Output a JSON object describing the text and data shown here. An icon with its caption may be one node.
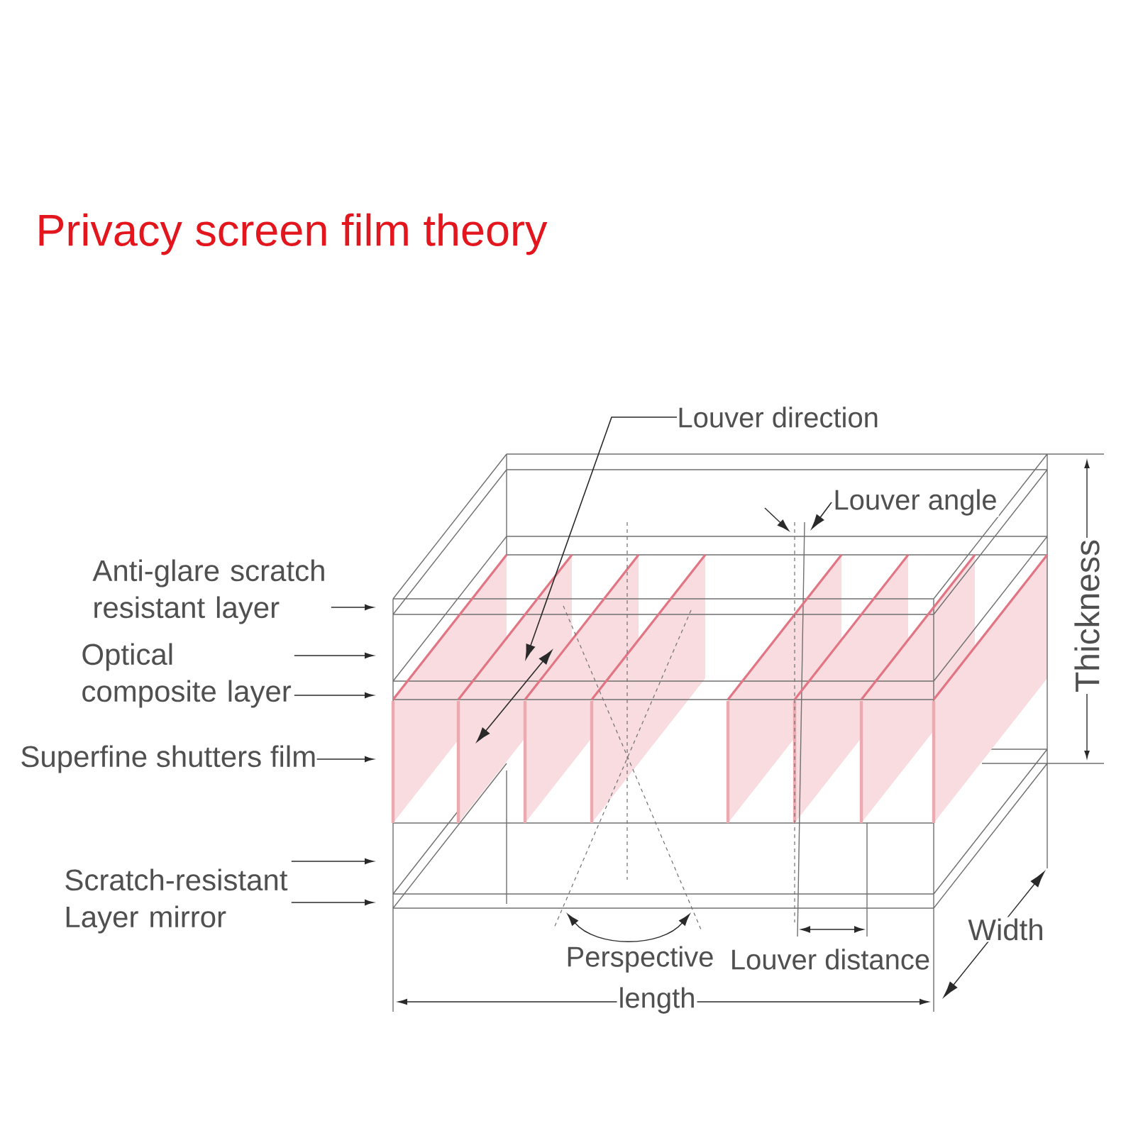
{
  "diagram": {
    "title": "Privacy screen film theory",
    "nodes": [
      {
        "text": [
          "Louver direction"
        ]
      },
      {
        "text": [
          "Louver angle"
        ]
      },
      {
        "text": [
          "Anti-glare scratch resistant layer"
        ]
      },
      {
        "text": [
          "Optical composite layer"
        ]
      },
      {
        "text": [
          "Superfine shutters film"
        ]
      },
      {
        "text": [
          "Scratch-resistant Layer mirror"
        ]
      }
    ],
    "edges": [
      {
        "from": 0,
        "to": null,
        "arrow": "to"
      },
      {
        "from": 1,
        "to": null,
        "arrow": "to"
      },
      {
        "from": 2,
        "to": null,
        "arrow": "to"
      },
      {
        "from": 3,
        "to": null,
        "arrow": "to"
      },
      {
        "from": 3,
        "to": null,
        "arrow": "to"
      },
      {
        "from": 4,
        "to": null,
        "arrow": "to"
      },
      {
        "from": 5,
        "to": null,
        "arrow": "to"
      },
      {
        "from": 5,
        "to": null,
        "arrow": "to"
      }
    ],
    "labels": [
      "Thickness",
      "Width",
      "Perspective",
      "Louver distance",
      "length"
    ]
  }
}
